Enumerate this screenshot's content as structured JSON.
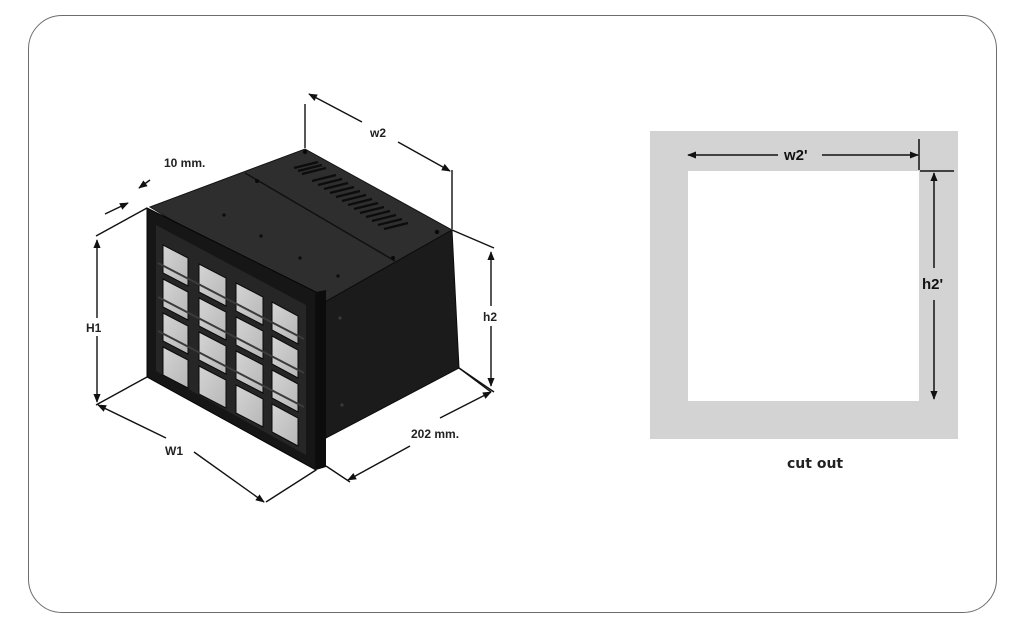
{
  "device_labels": {
    "depth_front": "10 mm.",
    "width_top": "w2",
    "height_front": "H1",
    "height_side": "h2",
    "width_front": "W1",
    "depth_side": "202 mm."
  },
  "cutout_labels": {
    "width": "w2'",
    "height": "h2'",
    "caption": "cut out"
  },
  "colors": {
    "frame_border": "#6d6d6d",
    "cutout_panel": "#d3d3d3",
    "cutout_hole": "#ffffff",
    "device_body": "#1d1d1d",
    "window": "#c7c7c7",
    "arrow": "#111111"
  },
  "icons": {
    "device": "panel-meter-3d-icon",
    "cutout": "panel-cutout-icon"
  }
}
